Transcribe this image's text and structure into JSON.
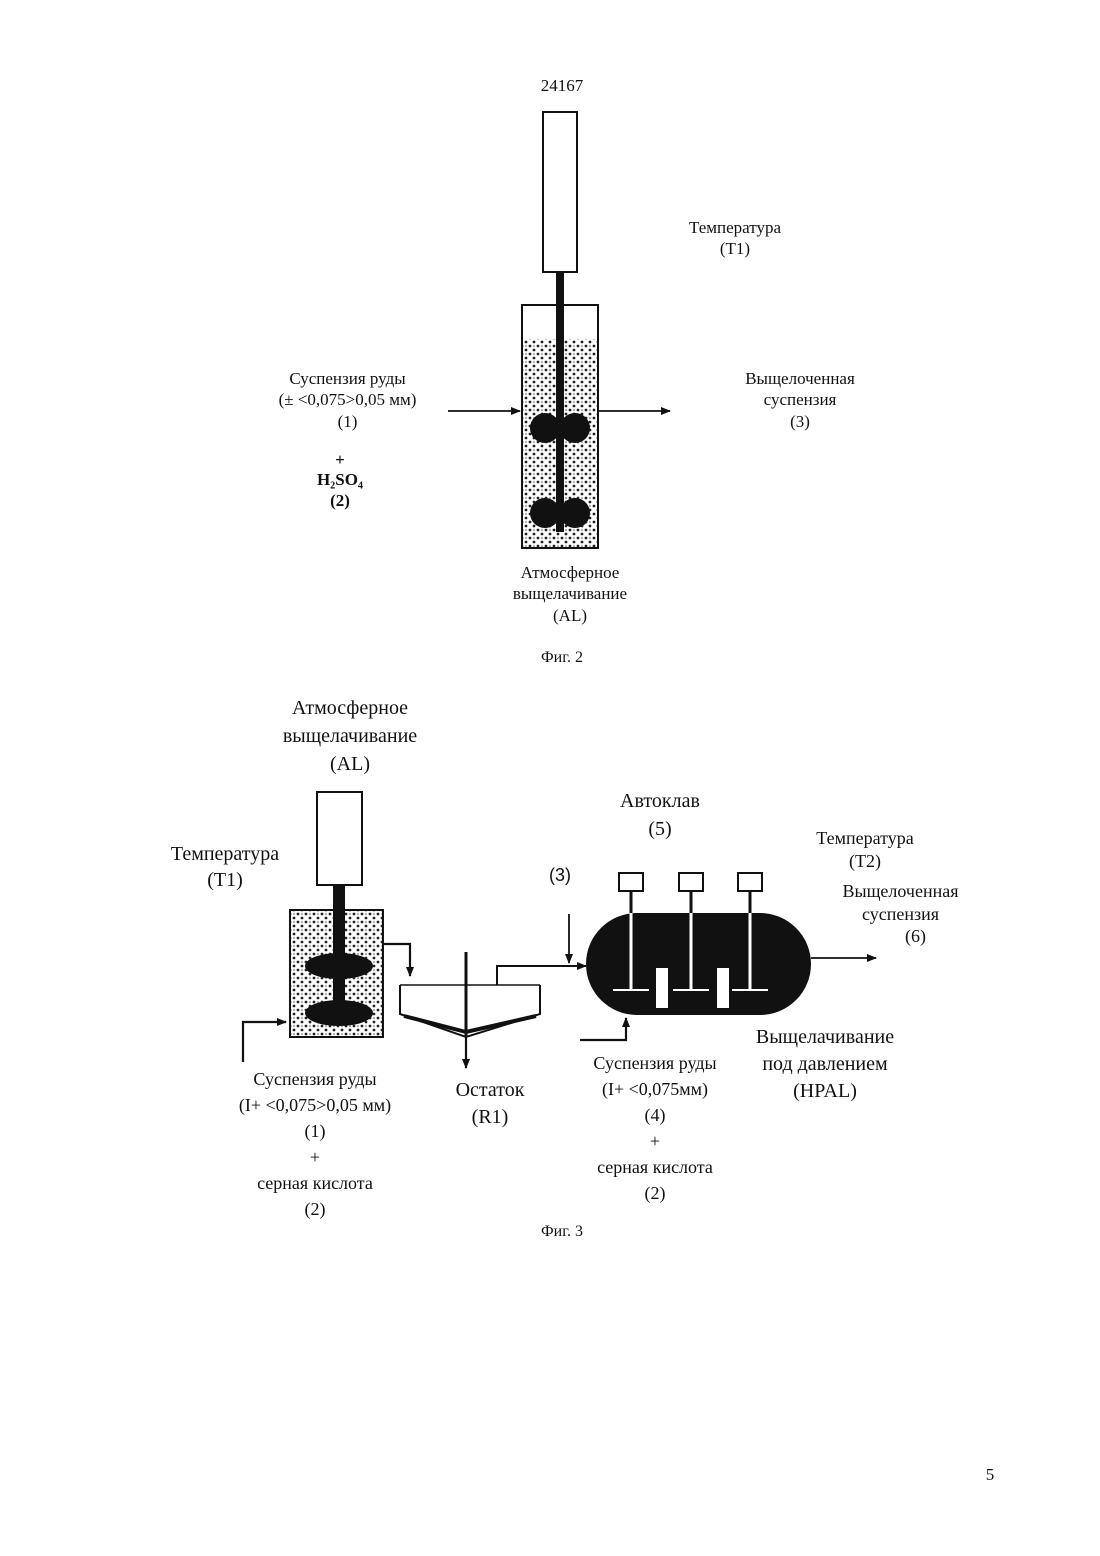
{
  "header": {
    "doc_number": "24167",
    "page_number": "5"
  },
  "fig2": {
    "temperature": "Температура",
    "temperature_id": "(T1)",
    "feed_label": "Суспензия руды",
    "feed_size": "(± <0,075>0,05 мм)",
    "feed_id": "(1)",
    "plus": "+",
    "acid": "H₂SO₄",
    "acid_id": "(2)",
    "output_line1": "Выщелоченная",
    "output_line2": "суспензия",
    "output_id": "(3)",
    "vessel_line1": "Атмосферное",
    "vessel_line2": "выщелачивание",
    "vessel_id": "(AL)",
    "caption": "Фиг. 2"
  },
  "fig3": {
    "al_line1": "Атмосферное",
    "al_line2": "выщелачивание",
    "al_id": "(AL)",
    "temp1": "Температура",
    "temp1_id": "(T1)",
    "autoclave": "Автоклав",
    "autoclave_id": "(5)",
    "stream3": "(3)",
    "temp2": "Температура",
    "temp2_id": "(T2)",
    "out_line1": "Выщелоченная",
    "out_line2": "суспензия",
    "out_id": "(6)",
    "hpal_line1": "Выщелачивание",
    "hpal_line2": "под давлением",
    "hpal_id": "(HPAL)",
    "residue": "Остаток",
    "residue_id": "(R1)",
    "feed1_label": "Суспензия руды",
    "feed1_size": "(I+ <0,075>0,05 мм)",
    "feed1_id": "(1)",
    "plus1": "+",
    "acid1": "серная кислота",
    "acid1_id": "(2)",
    "feed4_label": "Суспензия руды",
    "feed4_size": "(I+ <0,075мм)",
    "feed4_id": "(4)",
    "plus4": "+",
    "acid4": "серная кислота",
    "acid4_id": "(2)",
    "caption": "Фиг. 3"
  }
}
